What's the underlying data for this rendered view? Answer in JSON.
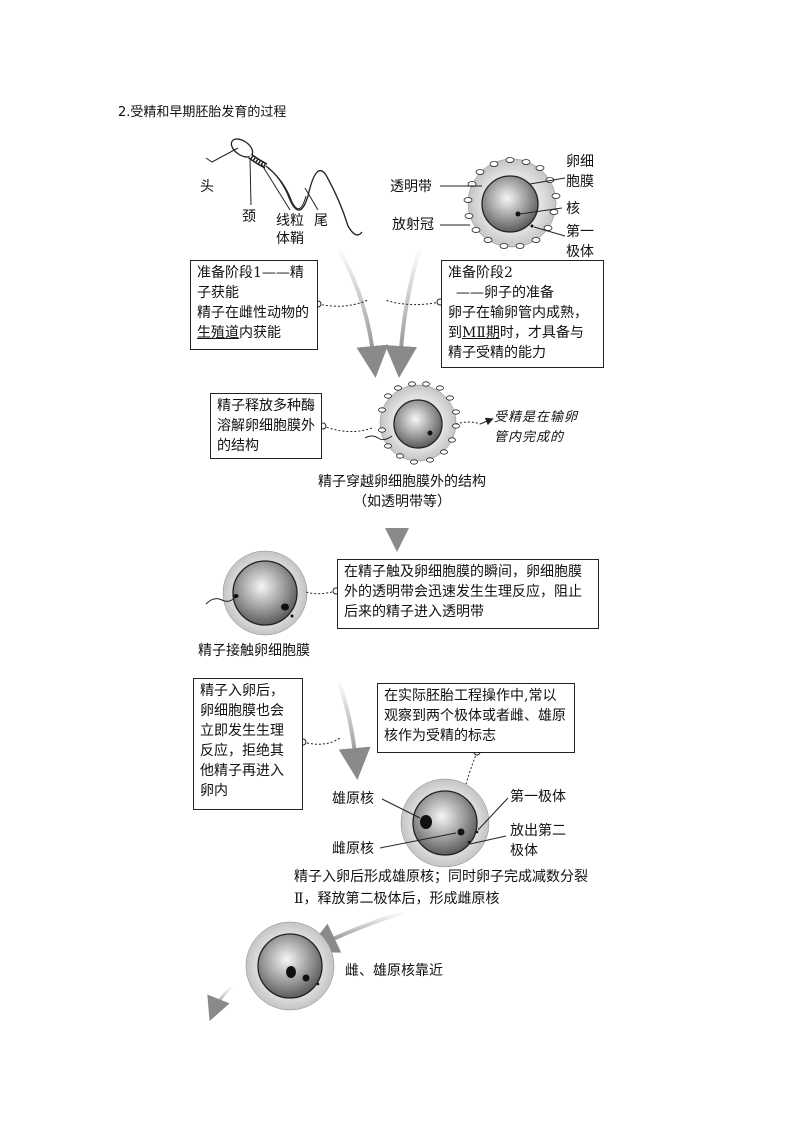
{
  "section_title": "2.受精和早期胚胎发育的过程",
  "sperm_labels": {
    "head": "头",
    "neck": "颈",
    "midpiece": "线粒\n体鞘",
    "tail": "尾"
  },
  "egg_labels": {
    "zona": "透明带",
    "corona": "放射冠",
    "membrane": "卵细\n胞膜",
    "nucleus": "核",
    "first_polar": "第一\n极体"
  },
  "prep1": {
    "title": "准备阶段1——精子获能",
    "text_pre": "精子在雌性动物的",
    "text_underline": "生殖道",
    "text_post": "内获能"
  },
  "prep2": {
    "line1": "准备阶段2",
    "line2": "——卵子的准备",
    "text_pre": "卵子在输卵管内成熟，到",
    "text_underline": "MⅡ期",
    "text_post": "时，才具备与精子受精的能力"
  },
  "enzyme_box": "精子释放多种酶溶解卵细胞膜外的结构",
  "handwritten_note": "受精是在输卵\n管内完成的",
  "penetrate_caption": "精子穿越卵细胞膜外的结构\n（如透明带等）",
  "zona_reaction_box": "在精子触及卵细胞膜的瞬间，卵细胞膜外的透明带会迅速发生生理反应，阻止后来的精子进入透明带",
  "contact_caption": "精子接触卵细胞膜",
  "membrane_reaction_box": "精子入卵后，卵细胞膜也会立即发生生理反应，拒绝其他精子再进入卵内",
  "practice_box": "在实际胚胎工程操作中,常以观察到两个极体或者雌、雄原核作为受精的标志",
  "pronucleus_labels": {
    "male": "雄原核",
    "female": "雌原核",
    "first_polar": "第一极体",
    "second_polar": "放出第二\n极体"
  },
  "pronucleus_caption": "精子入卵后形成雄原核；同时卵子完成减数分裂Ⅱ，释放第二极体后，形成雌原核",
  "approach_label": "雌、雄原核靠近"
}
